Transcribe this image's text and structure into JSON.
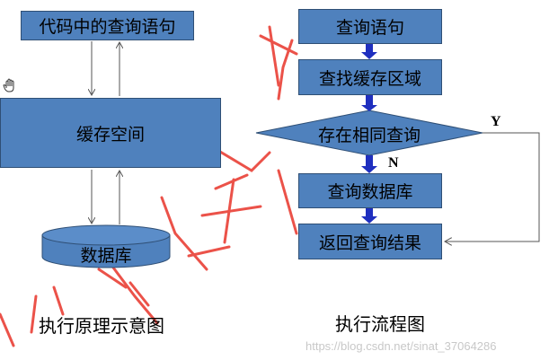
{
  "left_diagram": {
    "code_query": "代码中的查询语句",
    "cache_space": "缓存空间",
    "database": "数据库",
    "caption": "执行原理示意图"
  },
  "right_flowchart": {
    "steps": [
      "查询语句",
      "查找缓存区域",
      "存在相同查询",
      "查询数据库",
      "返回查询结果"
    ],
    "yes_label": "Y",
    "no_label": "N",
    "caption": "执行流程图"
  },
  "watermark": "https://blog.csdn.net/sinat_37064286",
  "colors": {
    "box_fill": "#4F81BD",
    "box_border": "#2F4F75",
    "arrow_dark": "#1F2FBF",
    "stamp_red": "#E8342A"
  },
  "icons": [
    "hand-cursor-icon"
  ]
}
